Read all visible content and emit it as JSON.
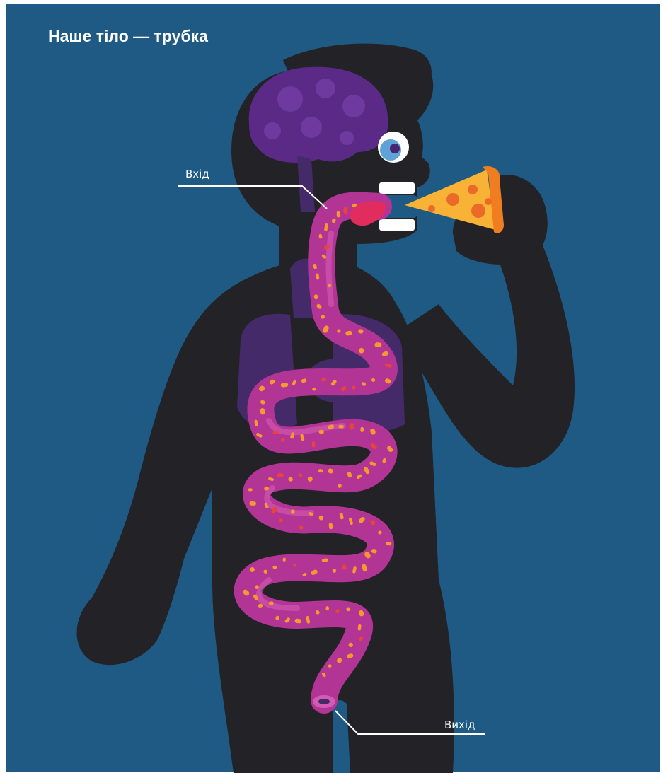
{
  "title": "Наше тіло — трубка",
  "labels": {
    "entry": "Вхід",
    "exit": "Вихід"
  },
  "colors": {
    "background": "#1e5a83",
    "frame": "#ffffff",
    "body": "#232226",
    "brain": "#5a2a86",
    "brain_spots": "#6f3aa0",
    "organs": "#452a69",
    "tube": "#b23595",
    "tube_highlight": "#d35bb4",
    "food_pieces": "#f49a2c",
    "food_red": "#e8443a",
    "tongue": "#e02d5e",
    "teeth": "#ffffff",
    "eye_white": "#ffffff",
    "eye_iris": "#5fa3d6",
    "eye_pupil": "#4a2470",
    "pizza_crust": "#f07d1f",
    "pizza_cheese": "#f8b236",
    "pizza_pepperoni": "#eb6a2a",
    "text": "#ffffff",
    "leader_line": "#ffffff"
  },
  "icons": [
    "human-silhouette",
    "brain-icon",
    "eye-icon",
    "pizza-slice-icon",
    "digestive-tube-icon"
  ]
}
